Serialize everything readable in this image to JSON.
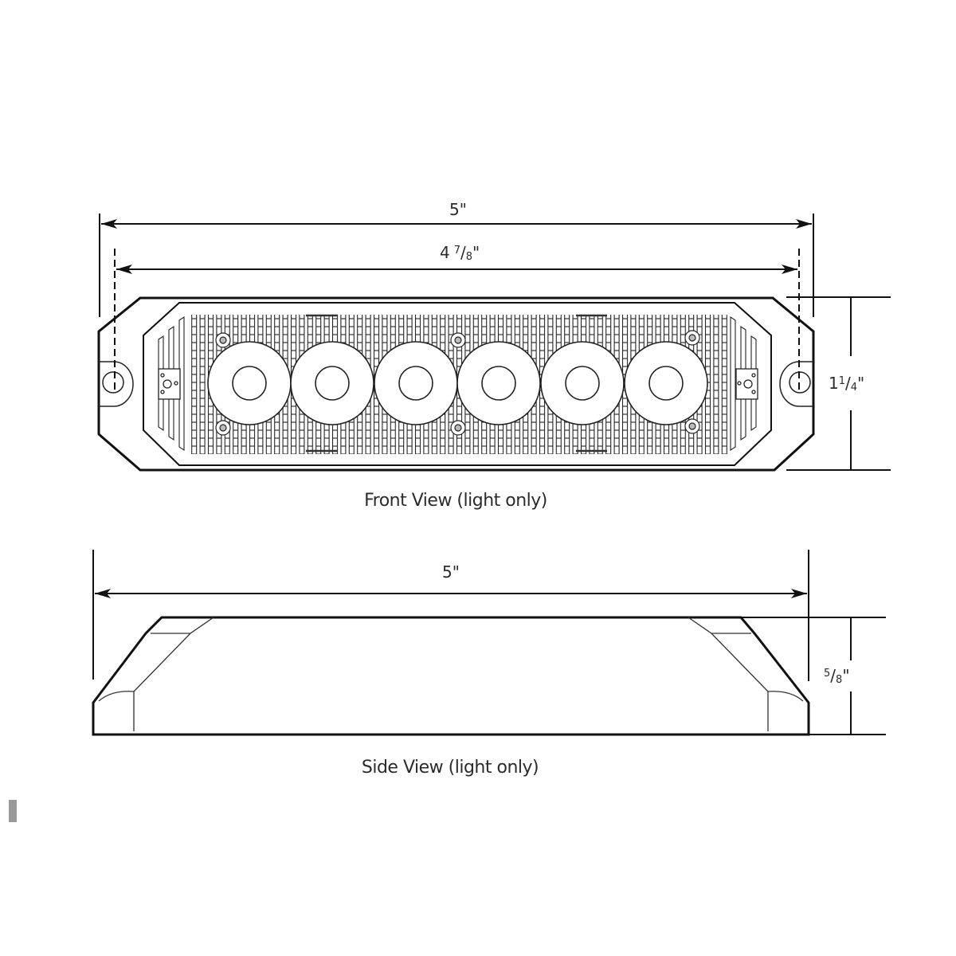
{
  "diagram": {
    "type": "technical-drawing",
    "subject": "6-LED light head",
    "front_view": {
      "caption": "Front View (light only)",
      "dimensions": {
        "overall_width": "5\"",
        "mount_hole_spacing_whole": "4",
        "mount_hole_spacing_num": "7",
        "mount_hole_spacing_den": "8",
        "height_whole": "1",
        "height_num": "1",
        "height_den": "4"
      },
      "led_count": 6
    },
    "side_view": {
      "caption": "Side View (light only)",
      "dimensions": {
        "overall_width": "5\"",
        "depth_num": "5",
        "depth_den": "8"
      }
    },
    "colors": {
      "line": "#111111",
      "text": "#2b2b2b",
      "background": "#ffffff",
      "scroll_marker": "#9a9a9a"
    }
  }
}
